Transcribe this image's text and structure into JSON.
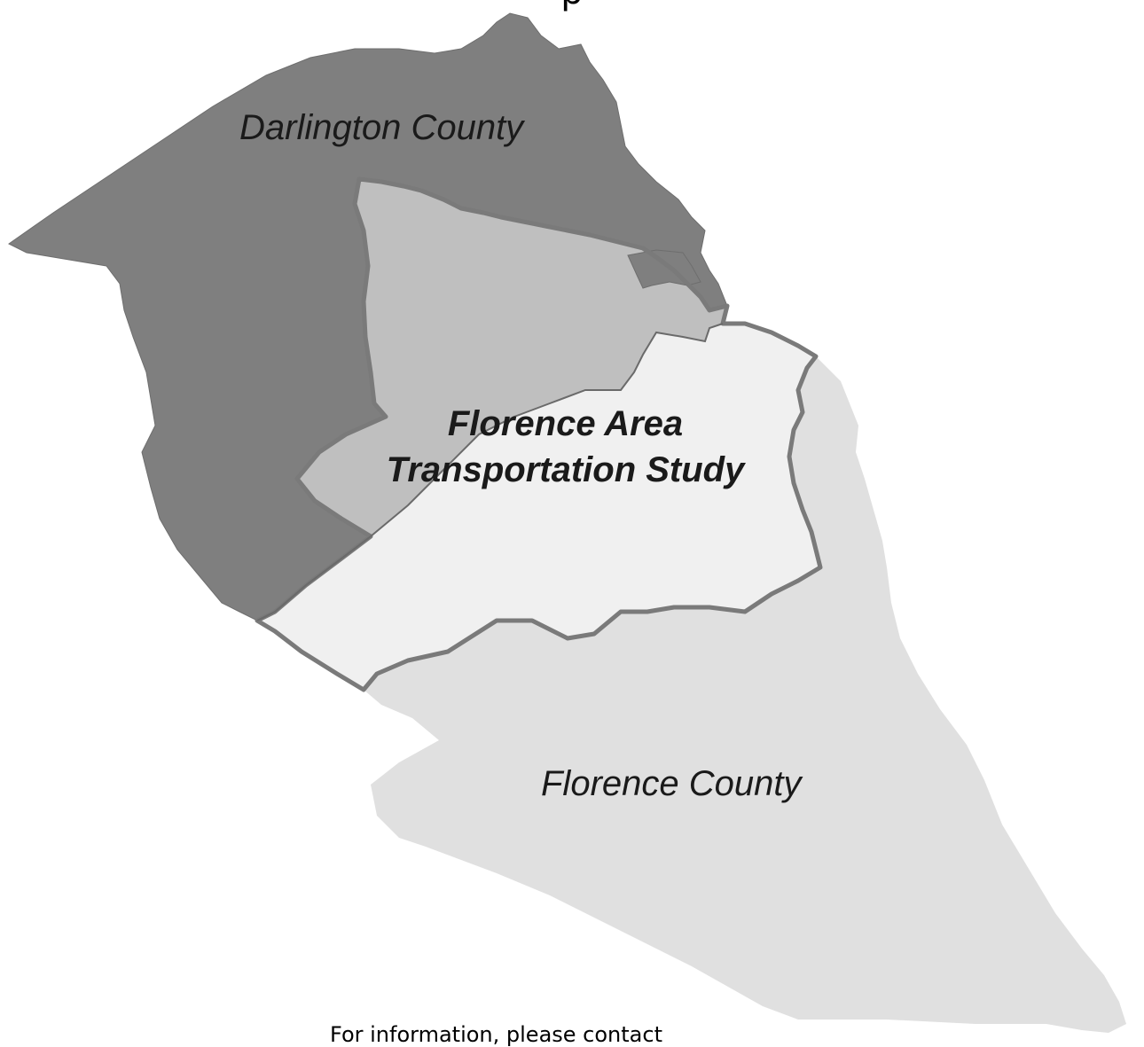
{
  "header": {
    "fragment": "p"
  },
  "map": {
    "regions": {
      "darlington_county": {
        "label": "Darlington County",
        "color": "#7f7f7f"
      },
      "study_area": {
        "label_line1": "Florence Area",
        "label_line2": "Transportation Study",
        "color": "#f0f0f0",
        "boundary_color": "#7a7a7a"
      },
      "study_overlap_darlington": {
        "color": "#bfbfbf"
      },
      "florence_county": {
        "label": "Florence County",
        "color": "#e0e0e0"
      }
    }
  },
  "footer": {
    "text": "For information, please contact"
  }
}
